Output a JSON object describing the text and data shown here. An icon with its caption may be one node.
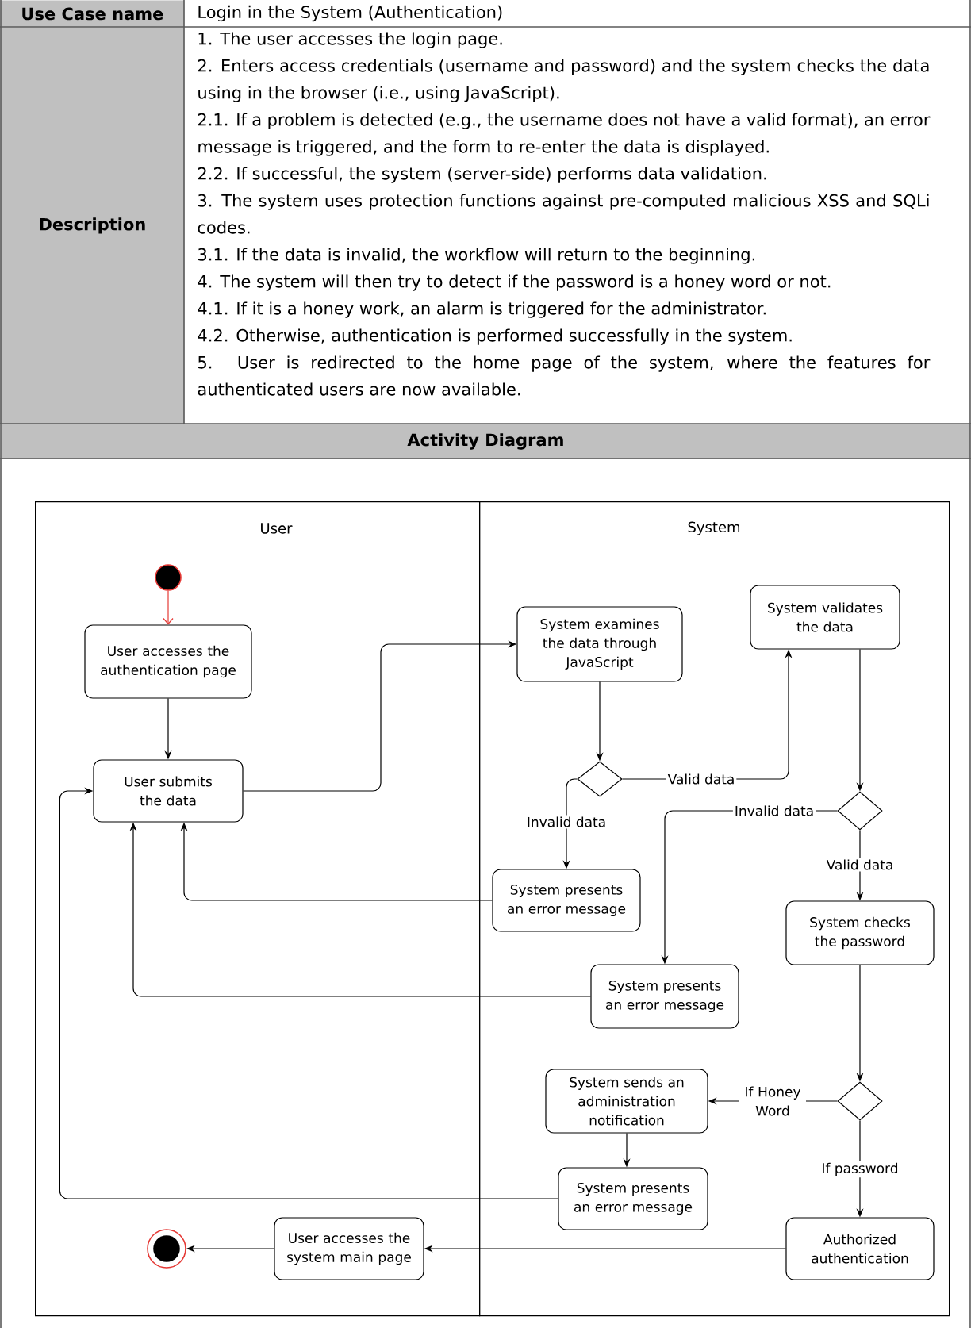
{
  "diagram": {
    "nodes": [
      {
        "text": [
          "User"
        ]
      },
      {
        "text": [
          "System"
        ]
      },
      {
        "text": [],
        "shape": "circle",
        "in": 0
      },
      {
        "text": [
          "User accesses the authentication page"
        ],
        "in": 0
      },
      {
        "text": [
          "User submits the data"
        ],
        "in": 0
      },
      {
        "text": [
          "System examines the data through JavaScript"
        ],
        "in": 1
      },
      {
        "text": [
          "System validates the data"
        ],
        "in": 1
      },
      {
        "text": [],
        "shape": "diamond",
        "in": 1
      },
      {
        "text": [],
        "shape": "diamond",
        "in": 1
      },
      {
        "text": [
          "System presents an error message"
        ],
        "in": 1
      },
      {
        "text": [
          "System checks the password"
        ],
        "in": 1
      },
      {
        "text": [
          "System presents an error message"
        ],
        "in": 1
      },
      {
        "text": [
          "System sends an administration notification"
        ],
        "in": 1
      },
      {
        "text": [],
        "shape": "diamond",
        "in": 1
      },
      {
        "text": [
          "System presents an error message"
        ],
        "in": 1
      },
      {
        "text": [
          "User accesses the system main page"
        ],
        "in": 0
      },
      {
        "text": [
          "Authorized authentication"
        ],
        "in": 1
      },
      {
        "text": [],
        "shape": "circle",
        "in": 0
      }
    ],
    "edges": [
      {
        "from": 2,
        "to": 3,
        "arrow": "to",
        "color": "#e53935"
      },
      {
        "from": 3,
        "to": 4,
        "arrow": "to"
      },
      {
        "from": 4,
        "to": 5,
        "arrow": "to"
      },
      {
        "from": 5,
        "to": 7,
        "arrow": "to"
      },
      {
        "from": 7,
        "to": 6,
        "arrow": "to",
        "label": "Valid data"
      },
      {
        "from": 7,
        "to": 9,
        "arrow": "to",
        "label": "Invalid data"
      },
      {
        "from": 9,
        "to": 4,
        "arrow": "to"
      },
      {
        "from": 6,
        "to": 8,
        "arrow": "to"
      },
      {
        "from": 8,
        "to": 11,
        "arrow": "to",
        "label": "Invalid data"
      },
      {
        "from": 8,
        "to": 10,
        "arrow": "to",
        "label": "Valid data"
      },
      {
        "from": 11,
        "to": 4,
        "arrow": "to"
      },
      {
        "from": 10,
        "to": 13,
        "arrow": "to"
      },
      {
        "from": 13,
        "to": 12,
        "arrow": "to",
        "label": "If Honey Word"
      },
      {
        "from": 13,
        "to": 16,
        "arrow": "to",
        "label": "If password"
      },
      {
        "from": 12,
        "to": 14,
        "arrow": "to"
      },
      {
        "from": 14,
        "to": 4,
        "arrow": "to"
      },
      {
        "from": 16,
        "to": 15,
        "arrow": "to"
      },
      {
        "from": 15,
        "to": 17,
        "arrow": "to"
      }
    ],
    "labels": [
      "Use Case name",
      "Login in the System (Authentication)",
      "Description",
      "1. The user accesses the login page.",
      "2. Enters access credentials (username and password) and the system checks the data using in the browser (i.e., using JavaScript).",
      "2.1. If a problem is detected (e.g., the username does not have a valid format), an error message is triggered, and the form to re-enter the data is displayed.",
      "2.2. If successful, the system (server-side) performs data validation.",
      "3. The system uses protection functions against pre-computed malicious XSS and SQLi codes.",
      "3.1. If the data is invalid, the workflow will return to the beginning.",
      "4. The system will then try to detect if the password is a honey word or not.",
      "4.1. If it is a honey work, an alarm is triggered for the administrator.",
      "4.2. Otherwise, authentication is performed successfully in the system.",
      "5. User is redirected to the home page of the system, where the features for authenticated users are now available.",
      "Activity Diagram"
    ]
  }
}
